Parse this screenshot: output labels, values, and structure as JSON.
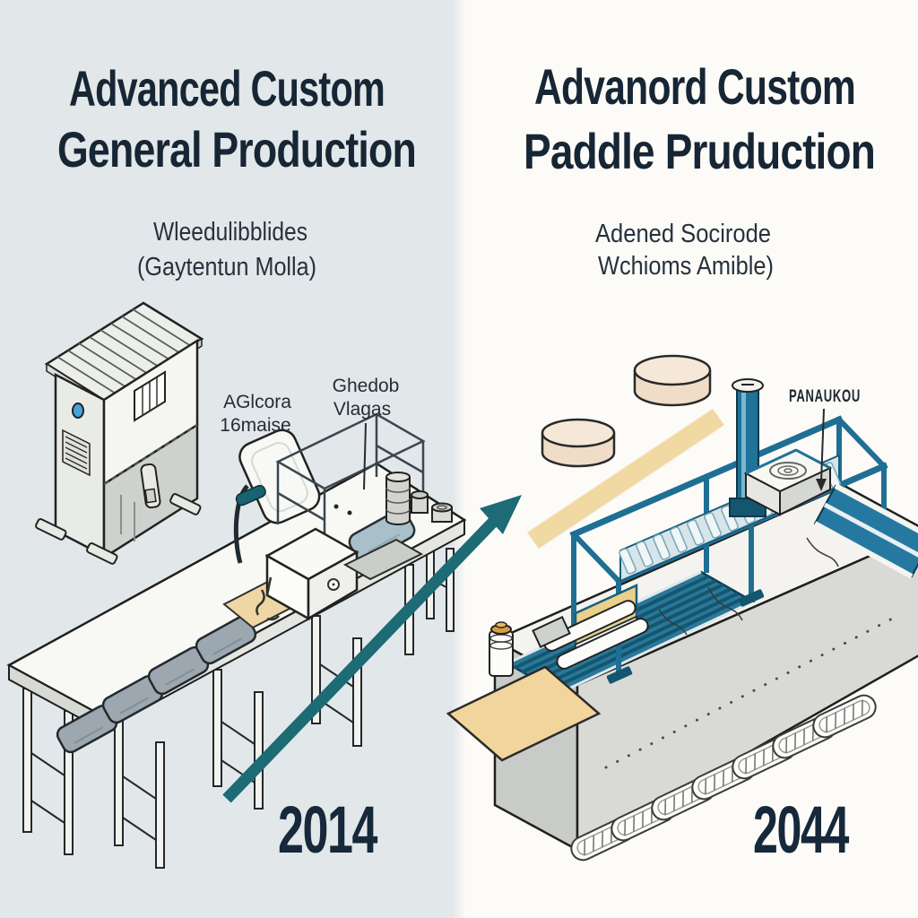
{
  "left_panel": {
    "title_line1": "Advanced Custom",
    "title_line2": "General Production",
    "subtitle_line1": "Wleedulibblides",
    "subtitle_line2": "(Gaytentun Molla)",
    "machine_label_a_line1": "AGlcora",
    "machine_label_a_line2": "16maise",
    "machine_label_b_line1": "Ghedob",
    "machine_label_b_line2": "Vlagas",
    "year": "2014"
  },
  "right_panel": {
    "title_line1": "Advanord Custom",
    "title_line2": "Paddle Pruduction",
    "subtitle_line1": "Adened Socirode",
    "subtitle_line2": "Wchioms Amible)",
    "machine_label": "PANAUKOU",
    "year": "2044"
  },
  "colors": {
    "left_background": "#e2e7e9",
    "right_background": "#fcfbf8",
    "title_text": "#172634",
    "subtitle_text": "#26313d",
    "year_text": "#16283a",
    "arrow_teal": "#1c6b75",
    "accent_tan": "#f1d9a4",
    "machine_teal": "#2579a1",
    "machine_teal_dark": "#14566f",
    "belt_blue": "#2a7899",
    "disc_cream": "#f6e8d8",
    "tray_gray": "#9ca7b0",
    "pad_blue_gray": "#a9bfca",
    "structure_light": "#f4f3ef",
    "structure_gray": "#d9dad6",
    "outline_dark": "#1f1f1f"
  }
}
